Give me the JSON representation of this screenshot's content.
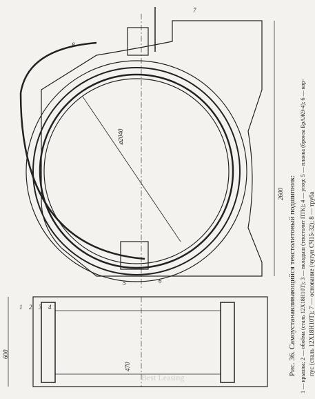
{
  "figure": {
    "caption_line1": "Рис. 36. Самоустанавливающийся текстолитовый подшипник:",
    "caption_line2": "1 — крышка; 2 — обойма (сталь 12Х18Н10Т); 3 — вкладыш (текстолит ПТК); 4 — упор; 5 — планка (бронза БрАЖ9-4); 6 — кор-",
    "caption_line3": "пус (сталь 12Х18Н10Т); 7 — основание (чугун СЧ15-32); 8 — труба",
    "dim_diameter": "⌀2040",
    "dim_width": "2600",
    "dim_height": "600",
    "dim_length": "470",
    "parts": {
      "p1": "1",
      "p2": "2",
      "p3": "3",
      "p4": "4",
      "p5": "5",
      "p6": "6",
      "p7": "7",
      "p8": "8"
    },
    "watermark": "Best Leasing"
  }
}
